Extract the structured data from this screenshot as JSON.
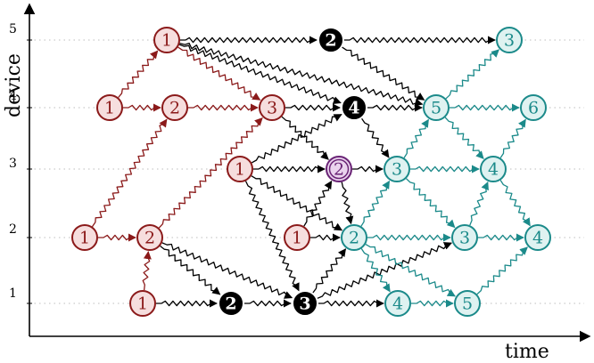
{
  "axes": {
    "x_label": "time",
    "y_label": "device",
    "y_ticks": [
      "1",
      "2",
      "3",
      "4",
      "5"
    ]
  },
  "colors": {
    "red_stroke": "#8b1a1a",
    "red_fill": "#f6dede",
    "teal_stroke": "#1b8a8a",
    "teal_fill": "#dff2f1",
    "purple_stroke": "#6a2476",
    "purple_fill": "#ead4ee",
    "black": "#000000"
  },
  "nodes": [
    {
      "id": "d5a",
      "device": 5,
      "label": "1",
      "style": "red"
    },
    {
      "id": "d5b",
      "device": 5,
      "label": "2",
      "style": "black"
    },
    {
      "id": "d5c",
      "device": 5,
      "label": "3",
      "style": "teal"
    },
    {
      "id": "d4a",
      "device": 4,
      "label": "1",
      "style": "red"
    },
    {
      "id": "d4b",
      "device": 4,
      "label": "2",
      "style": "red"
    },
    {
      "id": "d4c",
      "device": 4,
      "label": "3",
      "style": "red"
    },
    {
      "id": "d4d",
      "device": 4,
      "label": "4",
      "style": "black"
    },
    {
      "id": "d4e",
      "device": 4,
      "label": "5",
      "style": "teal"
    },
    {
      "id": "d4f",
      "device": 4,
      "label": "6",
      "style": "teal"
    },
    {
      "id": "d3a",
      "device": 3,
      "label": "1",
      "style": "red"
    },
    {
      "id": "d3b",
      "device": 3,
      "label": "2",
      "style": "purple"
    },
    {
      "id": "d3c",
      "device": 3,
      "label": "3",
      "style": "teal"
    },
    {
      "id": "d3d",
      "device": 3,
      "label": "4",
      "style": "teal"
    },
    {
      "id": "d2a",
      "device": 2,
      "label": "1",
      "style": "red"
    },
    {
      "id": "d2b",
      "device": 2,
      "label": "2",
      "style": "red"
    },
    {
      "id": "d2c",
      "device": 2,
      "label": "1",
      "style": "red"
    },
    {
      "id": "d2d",
      "device": 2,
      "label": "2",
      "style": "teal"
    },
    {
      "id": "d2e",
      "device": 2,
      "label": "3",
      "style": "teal"
    },
    {
      "id": "d2f",
      "device": 2,
      "label": "4",
      "style": "teal"
    },
    {
      "id": "d1a",
      "device": 1,
      "label": "1",
      "style": "red"
    },
    {
      "id": "d1b",
      "device": 1,
      "label": "2",
      "style": "black"
    },
    {
      "id": "d1c",
      "device": 1,
      "label": "3",
      "style": "black"
    },
    {
      "id": "d1d",
      "device": 1,
      "label": "4",
      "style": "teal"
    },
    {
      "id": "d1e",
      "device": 1,
      "label": "5",
      "style": "teal"
    }
  ],
  "edges": [
    {
      "from": "d4a",
      "to": "d4b",
      "color": "red"
    },
    {
      "from": "d4b",
      "to": "d4c",
      "color": "red"
    },
    {
      "from": "d4a",
      "to": "d5a",
      "color": "red"
    },
    {
      "from": "d5a",
      "to": "d4c",
      "color": "red"
    },
    {
      "from": "d2a",
      "to": "d2b",
      "color": "red"
    },
    {
      "from": "d2a",
      "to": "d4b",
      "color": "red"
    },
    {
      "from": "d2b",
      "to": "d4c",
      "color": "red"
    },
    {
      "from": "d1a",
      "to": "d2b",
      "color": "red"
    },
    {
      "from": "d5a",
      "to": "d5b",
      "color": "black"
    },
    {
      "from": "d5a",
      "to": "d4d",
      "color": "black"
    },
    {
      "from": "d5a",
      "to": "d4e",
      "color": "black"
    },
    {
      "from": "d5b",
      "to": "d4e",
      "color": "black"
    },
    {
      "from": "d4c",
      "to": "d4d",
      "color": "black"
    },
    {
      "from": "d4c",
      "to": "d3b",
      "color": "black"
    },
    {
      "from": "d3a",
      "to": "d4d",
      "color": "black"
    },
    {
      "from": "d3a",
      "to": "d3b",
      "color": "black"
    },
    {
      "from": "d3a",
      "to": "d2d",
      "color": "black"
    },
    {
      "from": "d3a",
      "to": "d1c",
      "color": "black"
    },
    {
      "from": "d4d",
      "to": "d3c",
      "color": "black"
    },
    {
      "from": "d3b",
      "to": "d3c",
      "color": "black"
    },
    {
      "from": "d3b",
      "to": "d2d",
      "color": "black"
    },
    {
      "from": "d2c",
      "to": "d3b",
      "color": "black"
    },
    {
      "from": "d2c",
      "to": "d2d",
      "color": "black"
    },
    {
      "from": "d2b",
      "to": "d1b",
      "color": "black"
    },
    {
      "from": "d2b",
      "to": "d1c",
      "color": "black"
    },
    {
      "from": "d1a",
      "to": "d1b",
      "color": "black"
    },
    {
      "from": "d1b",
      "to": "d1c",
      "color": "black"
    },
    {
      "from": "d1c",
      "to": "d2d",
      "color": "black"
    },
    {
      "from": "d1c",
      "to": "d2e",
      "color": "black"
    },
    {
      "from": "d1c",
      "to": "d1d",
      "color": "black"
    },
    {
      "from": "d4d",
      "to": "d4e",
      "color": "black"
    },
    {
      "from": "d5b",
      "to": "d5c",
      "color": "black"
    },
    {
      "from": "d4e",
      "to": "d5c",
      "color": "teal"
    },
    {
      "from": "d4e",
      "to": "d4f",
      "color": "teal"
    },
    {
      "from": "d4e",
      "to": "d3d",
      "color": "teal"
    },
    {
      "from": "d3c",
      "to": "d4e",
      "color": "teal"
    },
    {
      "from": "d3c",
      "to": "d3d",
      "color": "teal"
    },
    {
      "from": "d3c",
      "to": "d2e",
      "color": "teal"
    },
    {
      "from": "d2d",
      "to": "d3c",
      "color": "teal"
    },
    {
      "from": "d2d",
      "to": "d2e",
      "color": "teal"
    },
    {
      "from": "d2d",
      "to": "d1d",
      "color": "teal"
    },
    {
      "from": "d2d",
      "to": "d1e",
      "color": "teal"
    },
    {
      "from": "d3d",
      "to": "d4f",
      "color": "teal"
    },
    {
      "from": "d3d",
      "to": "d2f",
      "color": "teal"
    },
    {
      "from": "d2e",
      "to": "d3d",
      "color": "teal"
    },
    {
      "from": "d2e",
      "to": "d2f",
      "color": "teal"
    },
    {
      "from": "d1d",
      "to": "d1e",
      "color": "teal"
    },
    {
      "from": "d1e",
      "to": "d2f",
      "color": "teal"
    }
  ]
}
